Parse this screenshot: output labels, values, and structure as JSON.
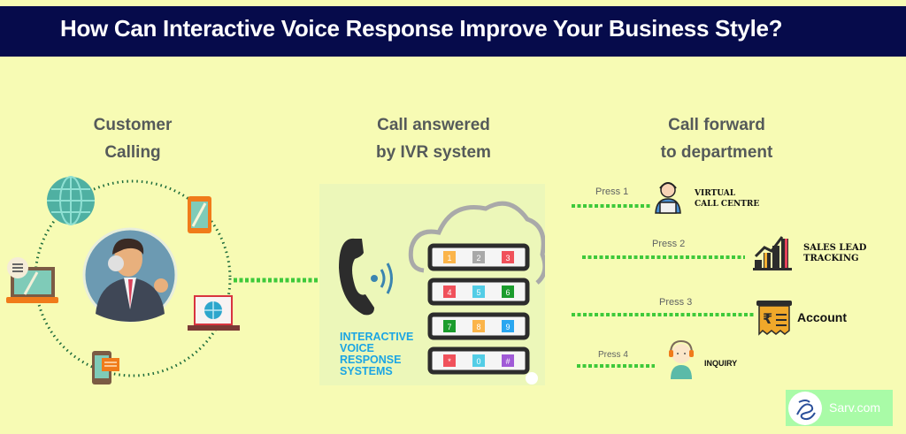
{
  "title": "How Can Interactive Voice Response Improve Your Business Style?",
  "sections": [
    {
      "heading": "Customer Calling",
      "lines": [
        "Customer",
        "Calling"
      ]
    },
    {
      "heading": "Call answered by IVR system",
      "lines": [
        "Call answered",
        "by IVR system"
      ]
    },
    {
      "heading": "Call forward to department",
      "lines": [
        "Call forward",
        "to department"
      ]
    }
  ],
  "customer_devices": [
    "globe-icon",
    "tablet-icon",
    "laptop-chat-icon",
    "laptop-globe-icon",
    "phone-chat-icon"
  ],
  "ivr": {
    "label_lines": [
      "INTERACTIVE",
      "VOICE",
      "RESPONSE",
      "SYSTEMS"
    ],
    "keypad": [
      [
        "1",
        "2",
        "3"
      ],
      [
        "4",
        "5",
        "6"
      ],
      [
        "7",
        "8",
        "9"
      ],
      [
        "*",
        "0",
        "#"
      ]
    ],
    "key_colors": [
      [
        "#fbb44a",
        "#a8a8a8",
        "#f0515b"
      ],
      [
        "#f0515b",
        "#53cde6",
        "#1b9c2d"
      ],
      [
        "#1b9c2d",
        "#fbb44a",
        "#2aa6f0"
      ],
      [
        "#f0515b",
        "#53cde6",
        "#a05ad7"
      ]
    ]
  },
  "routes": [
    {
      "press": "Press 1",
      "department_lines": [
        "VIRTUAL",
        "CALL CENTRE"
      ],
      "icon": "virtual-call-centre-icon"
    },
    {
      "press": "Press 2",
      "department_lines": [
        "SALES LEAD",
        "TRACKING"
      ],
      "icon": "sales-chart-icon"
    },
    {
      "press": "Press 3",
      "department_lines": [
        "Account"
      ],
      "icon": "invoice-icon"
    },
    {
      "press": "Press 4",
      "department_lines": [
        "INQUIRY"
      ],
      "icon": "support-agent-icon"
    }
  ],
  "brand": {
    "name": "Sarv.com"
  },
  "colors": {
    "banner": "#060b4b",
    "background": "#f7fbb4",
    "connector": "#3ec93a",
    "ivr_text": "#1ba5e3"
  }
}
